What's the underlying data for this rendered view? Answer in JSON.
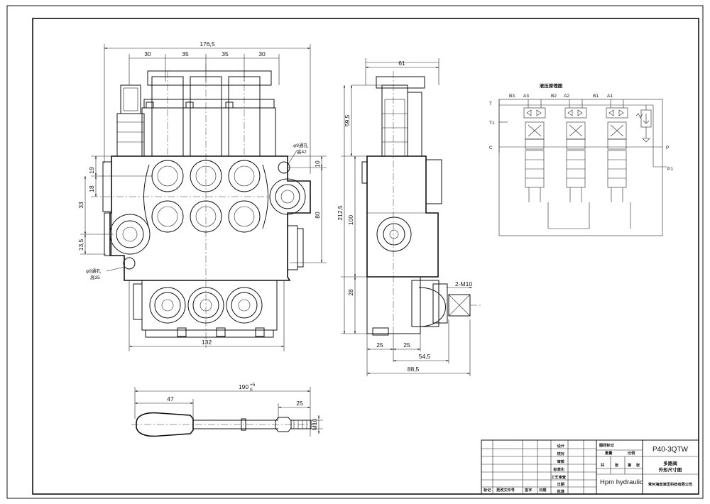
{
  "drawing": {
    "front_view": {
      "dims_top": [
        "176,5",
        "30",
        "35",
        "35",
        "30"
      ],
      "dims_left": [
        "19",
        "18",
        "33",
        "13,5"
      ],
      "dims_right": [
        "10",
        "80"
      ],
      "dim_bottom": "132",
      "hole_top_label": [
        "φ9通孔",
        "高42"
      ],
      "hole_bottom_label": [
        "φ9通孔",
        "高35"
      ]
    },
    "side_view": {
      "dim_top": "61",
      "dims_left": [
        "59,5",
        "212,5",
        "100",
        "28"
      ],
      "dims_bottom": [
        "25",
        "25",
        "54,5",
        "88,5"
      ],
      "thread_label": "2-M10"
    },
    "handle": {
      "dims": [
        "190",
        "+5",
        "0",
        "47",
        "25",
        "M10"
      ]
    },
    "schematic": {
      "title": "液压原理图",
      "port_labels_top": [
        "B3",
        "A3",
        "B2",
        "A2",
        "B1",
        "A1"
      ],
      "port_labels_side": [
        "T",
        "T1",
        "C",
        "P",
        "P1"
      ]
    },
    "title_block": {
      "model": "P40-3QTW",
      "name_line1": "多路阀",
      "name_line2": "外形尺寸图",
      "brand": "Hpm hydraulic",
      "company": "常州海普液压科技有限公司",
      "role_labels": [
        "设计",
        "校对",
        "审核",
        "标准化",
        "工艺审查",
        "日期",
        "批准"
      ],
      "header_labels": [
        "图样标记",
        "重量",
        "比例",
        "共",
        "张",
        "第",
        "张"
      ],
      "revision_labels": [
        "标记",
        "更改文件号",
        "签字",
        "日期"
      ]
    }
  }
}
